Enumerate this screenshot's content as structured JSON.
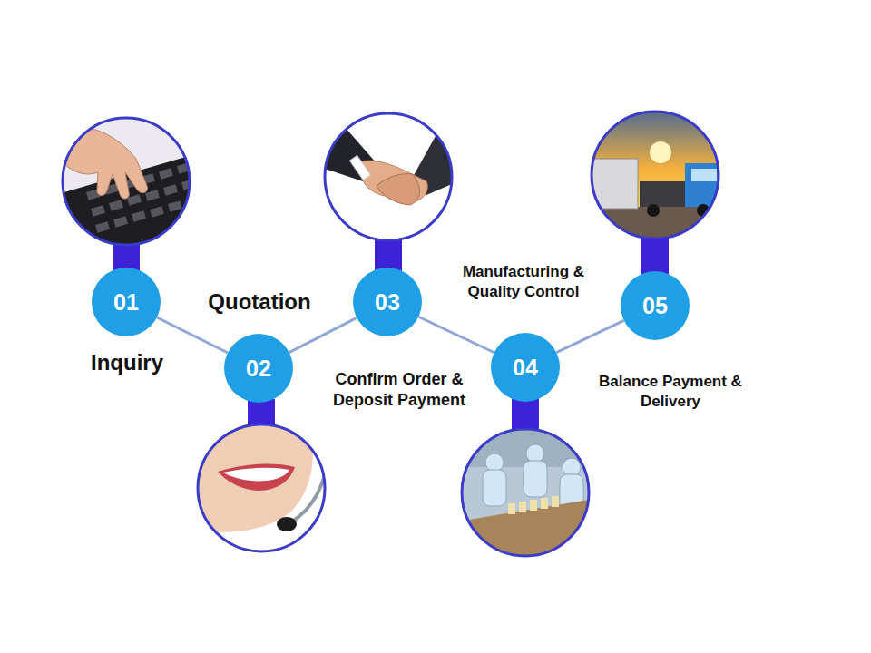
{
  "diagram": {
    "nodes": [
      {
        "text": [
          "01",
          "Inquiry"
        ]
      },
      {
        "text": [
          "02",
          "Quotation"
        ]
      },
      {
        "text": [
          "03",
          "Confirm Order & Deposit Payment"
        ]
      },
      {
        "text": [
          "04",
          "Manufacturing & Quality Control"
        ]
      },
      {
        "text": [
          "05",
          "Balance Payment & Delivery"
        ]
      }
    ],
    "edges": [
      {
        "from": 0,
        "to": 1,
        "arrow": "none"
      },
      {
        "from": 1,
        "to": 2,
        "arrow": "none"
      },
      {
        "from": 2,
        "to": 3,
        "arrow": "none"
      },
      {
        "from": 3,
        "to": 4,
        "arrow": "none"
      }
    ]
  }
}
